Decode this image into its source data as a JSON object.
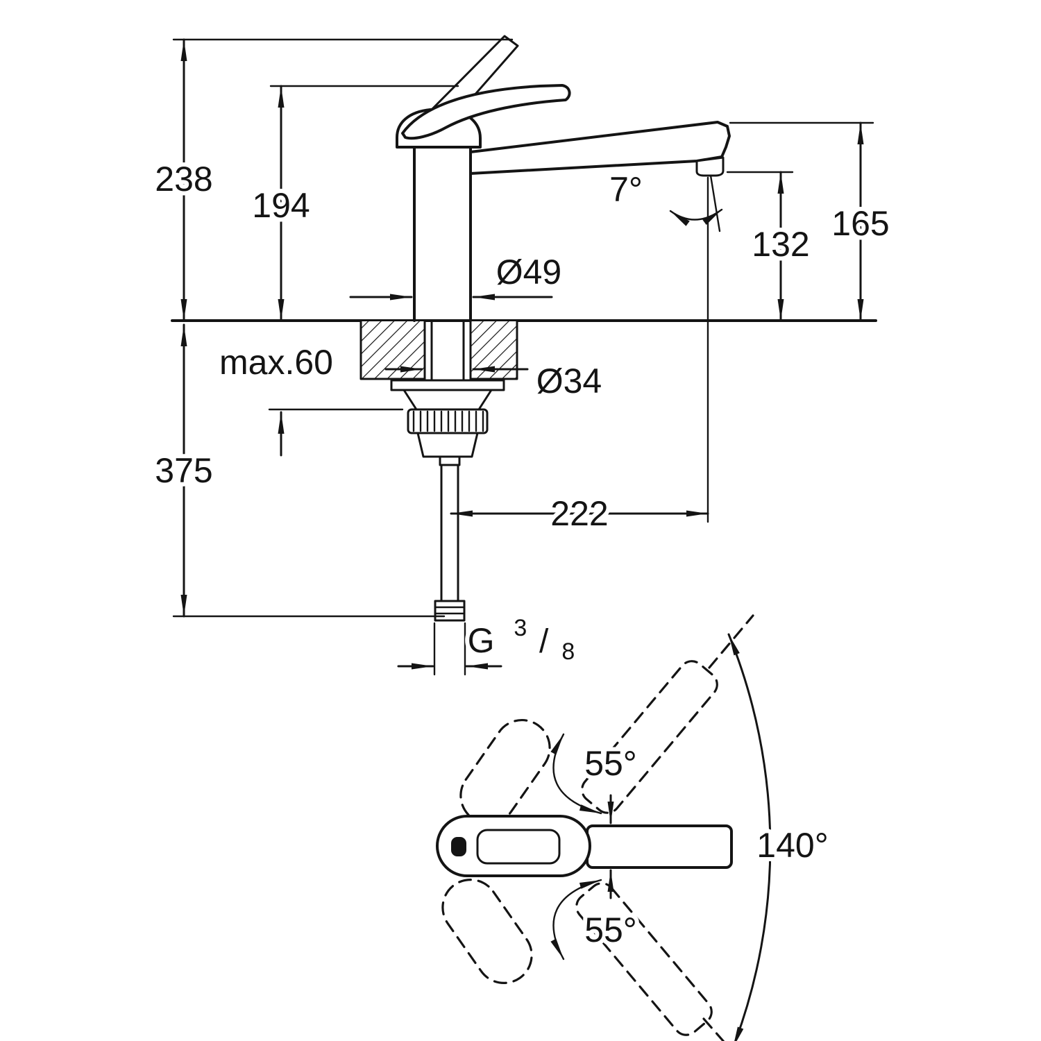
{
  "page": {
    "background": "#ffffff",
    "line_color": "#141414"
  },
  "side_view": {
    "total_height": "238",
    "handle_height": "194",
    "spout_top_height": "165",
    "outlet_height": "132",
    "outlet_angle": "7°",
    "base_diameter": "Ø49",
    "counter_max_thickness": "max.60",
    "hole_diameter": "Ø34",
    "hose_length": "375",
    "spout_reach": "222",
    "thread": {
      "prefix": "G",
      "numerator": "3",
      "slash": "/",
      "denominator": "8"
    }
  },
  "top_view": {
    "swivel_upper": "55°",
    "swivel_lower": "55°",
    "swivel_total": "140°"
  }
}
